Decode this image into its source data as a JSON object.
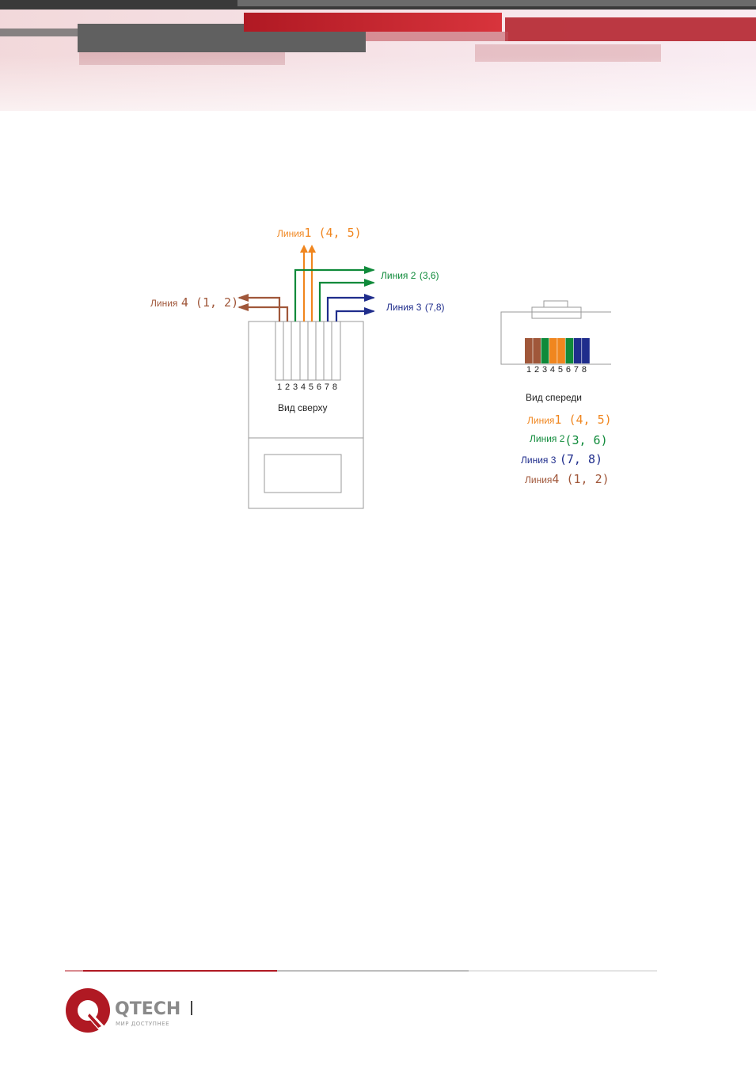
{
  "brand": {
    "name": "QTECH",
    "slogan": "МИР ДОСТУПНЕЕ",
    "colors": {
      "primary_red": "#b01923",
      "logo_gray": "#8a8a8a"
    }
  },
  "diagram": {
    "top_view": {
      "title": "Вид сверху",
      "pin_numbers": "1 2 3 4 5 6 7 8"
    },
    "front_view": {
      "title": "Вид спереди",
      "pin_numbers": "1 2 3 4 5 6 7 8"
    },
    "arrow_labels": {
      "line1": {
        "prefix": "Линия",
        "pins": "1 (4, 5)",
        "color": "#f0861f"
      },
      "line2": {
        "prefix": "Линия 2",
        "pins": "(3,6)",
        "color": "#0f8a3a"
      },
      "line3": {
        "prefix": "Линия 3",
        "pins": "(7,8)",
        "color": "#1f2d8c"
      },
      "line4": {
        "prefix": "Линия",
        "pins": "4 (1, 2)",
        "color": "#a0573a"
      }
    },
    "legend": [
      {
        "prefix": "Линия",
        "pins": "1 (4, 5)",
        "color": "#f0861f"
      },
      {
        "prefix": "Линия 2",
        "pins": "(3, 6)",
        "color": "#0f8a3a"
      },
      {
        "prefix": "Линия 3",
        "pins": "(7, 8)",
        "color": "#1f2d8c"
      },
      {
        "prefix": "Линия",
        "pins": "4 (1, 2)",
        "color": "#a0573a"
      }
    ],
    "pin_colors": [
      "#a0573a",
      "#a0573a",
      "#0f8a3a",
      "#f0861f",
      "#f0861f",
      "#0f8a3a",
      "#1f2d8c",
      "#1f2d8c"
    ]
  }
}
